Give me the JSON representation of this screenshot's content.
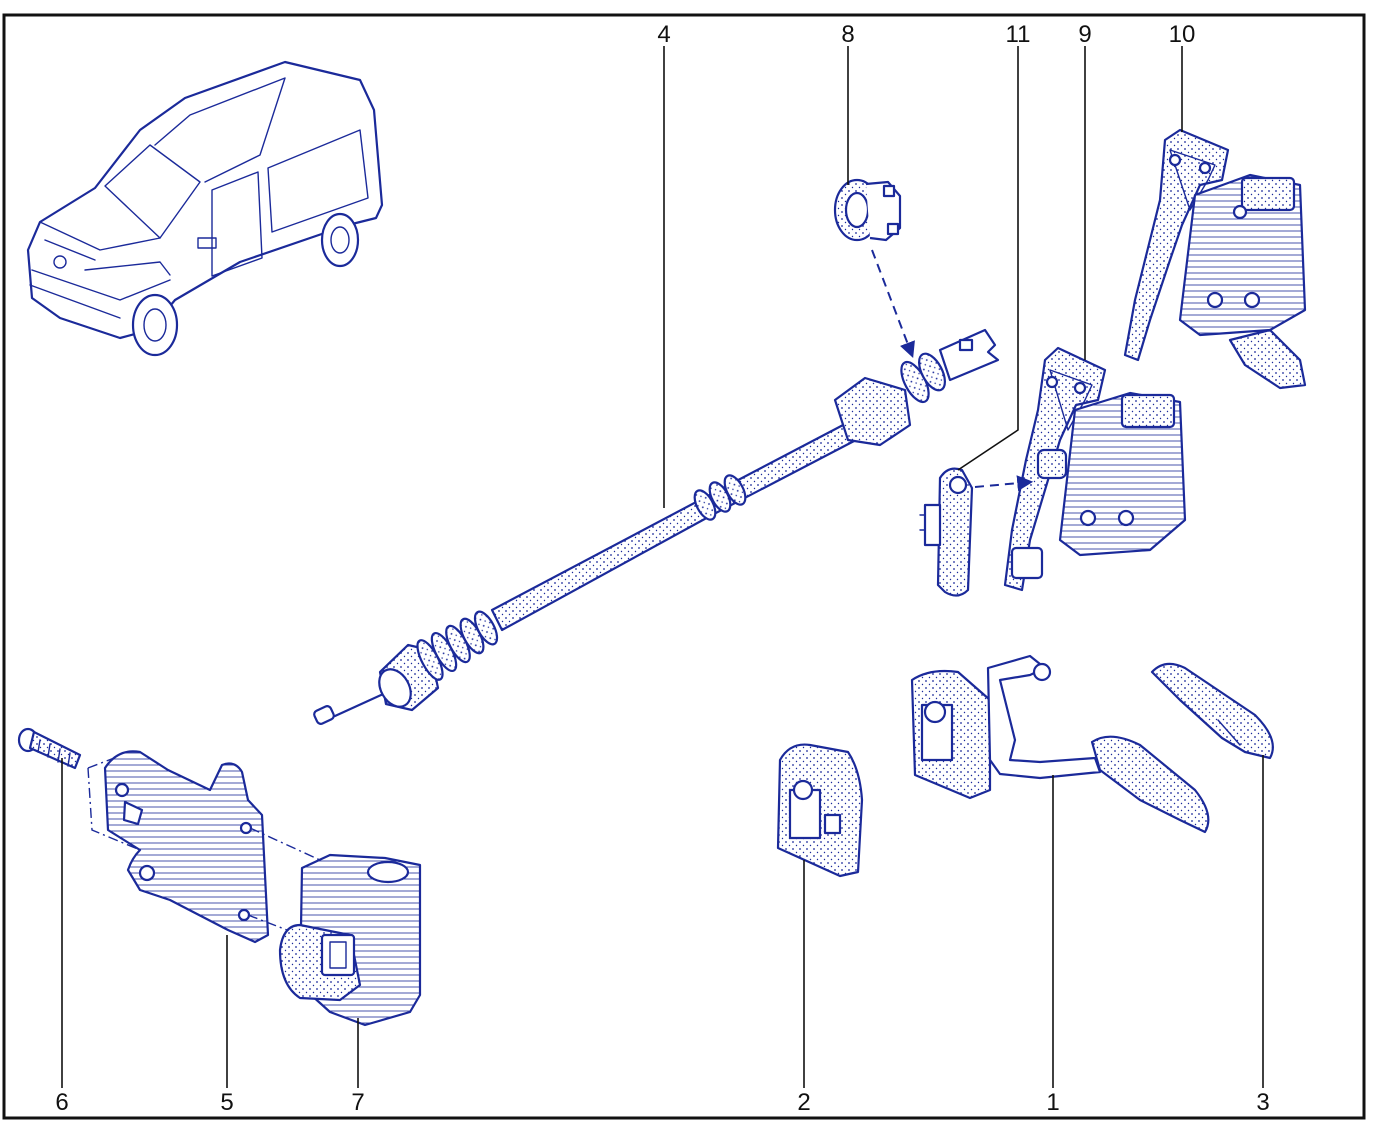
{
  "callouts": {
    "c1": "1",
    "c2": "2",
    "c3": "3",
    "c4": "4",
    "c5": "5",
    "c6": "6",
    "c7": "7",
    "c8": "8",
    "c9": "9",
    "c10": "10",
    "c11": "11"
  },
  "colors": {
    "ink": "#1b2a9a",
    "leader": "#111111",
    "frame": "#111111"
  }
}
